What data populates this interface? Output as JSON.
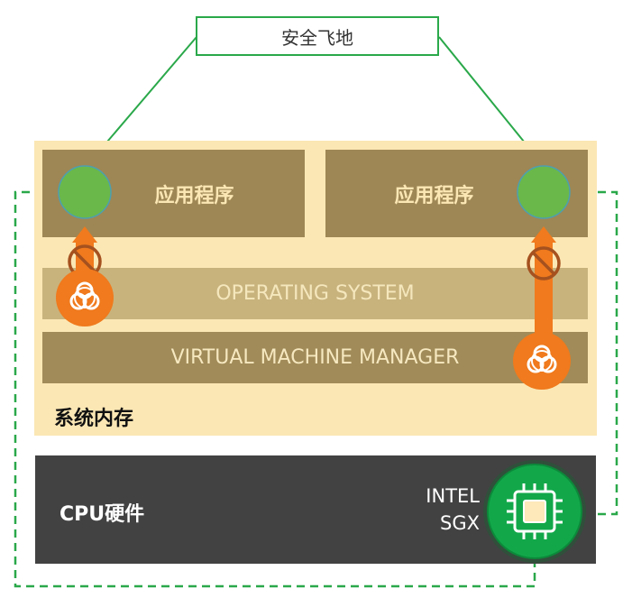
{
  "enclave_label": "安全飞地",
  "app_left_label": "应用程序",
  "app_right_label": "应用程序",
  "os_label": "OPERATING SYSTEM",
  "vmm_label": "VIRTUAL MACHINE MANAGER",
  "memory_label": "系统内存",
  "cpu_label": "CPU硬件",
  "sgx_label_line1": "INTEL",
  "sgx_label_line2": "SGX",
  "colors": {
    "enclave_green": "#6ab84a",
    "connector_green": "#2aa84a",
    "threat_orange": "#f07a1d",
    "memory_bg": "#fbe7b4",
    "app_bg": "#9e8754",
    "os_bg": "#c8b37d",
    "vmm_bg": "#a18b58",
    "cpu_bg": "#424242",
    "chip_green": "#12a84a"
  },
  "icons": {
    "threat": "biohazard-icon",
    "blocked": "no-entry-icon",
    "chip": "chip-icon"
  }
}
